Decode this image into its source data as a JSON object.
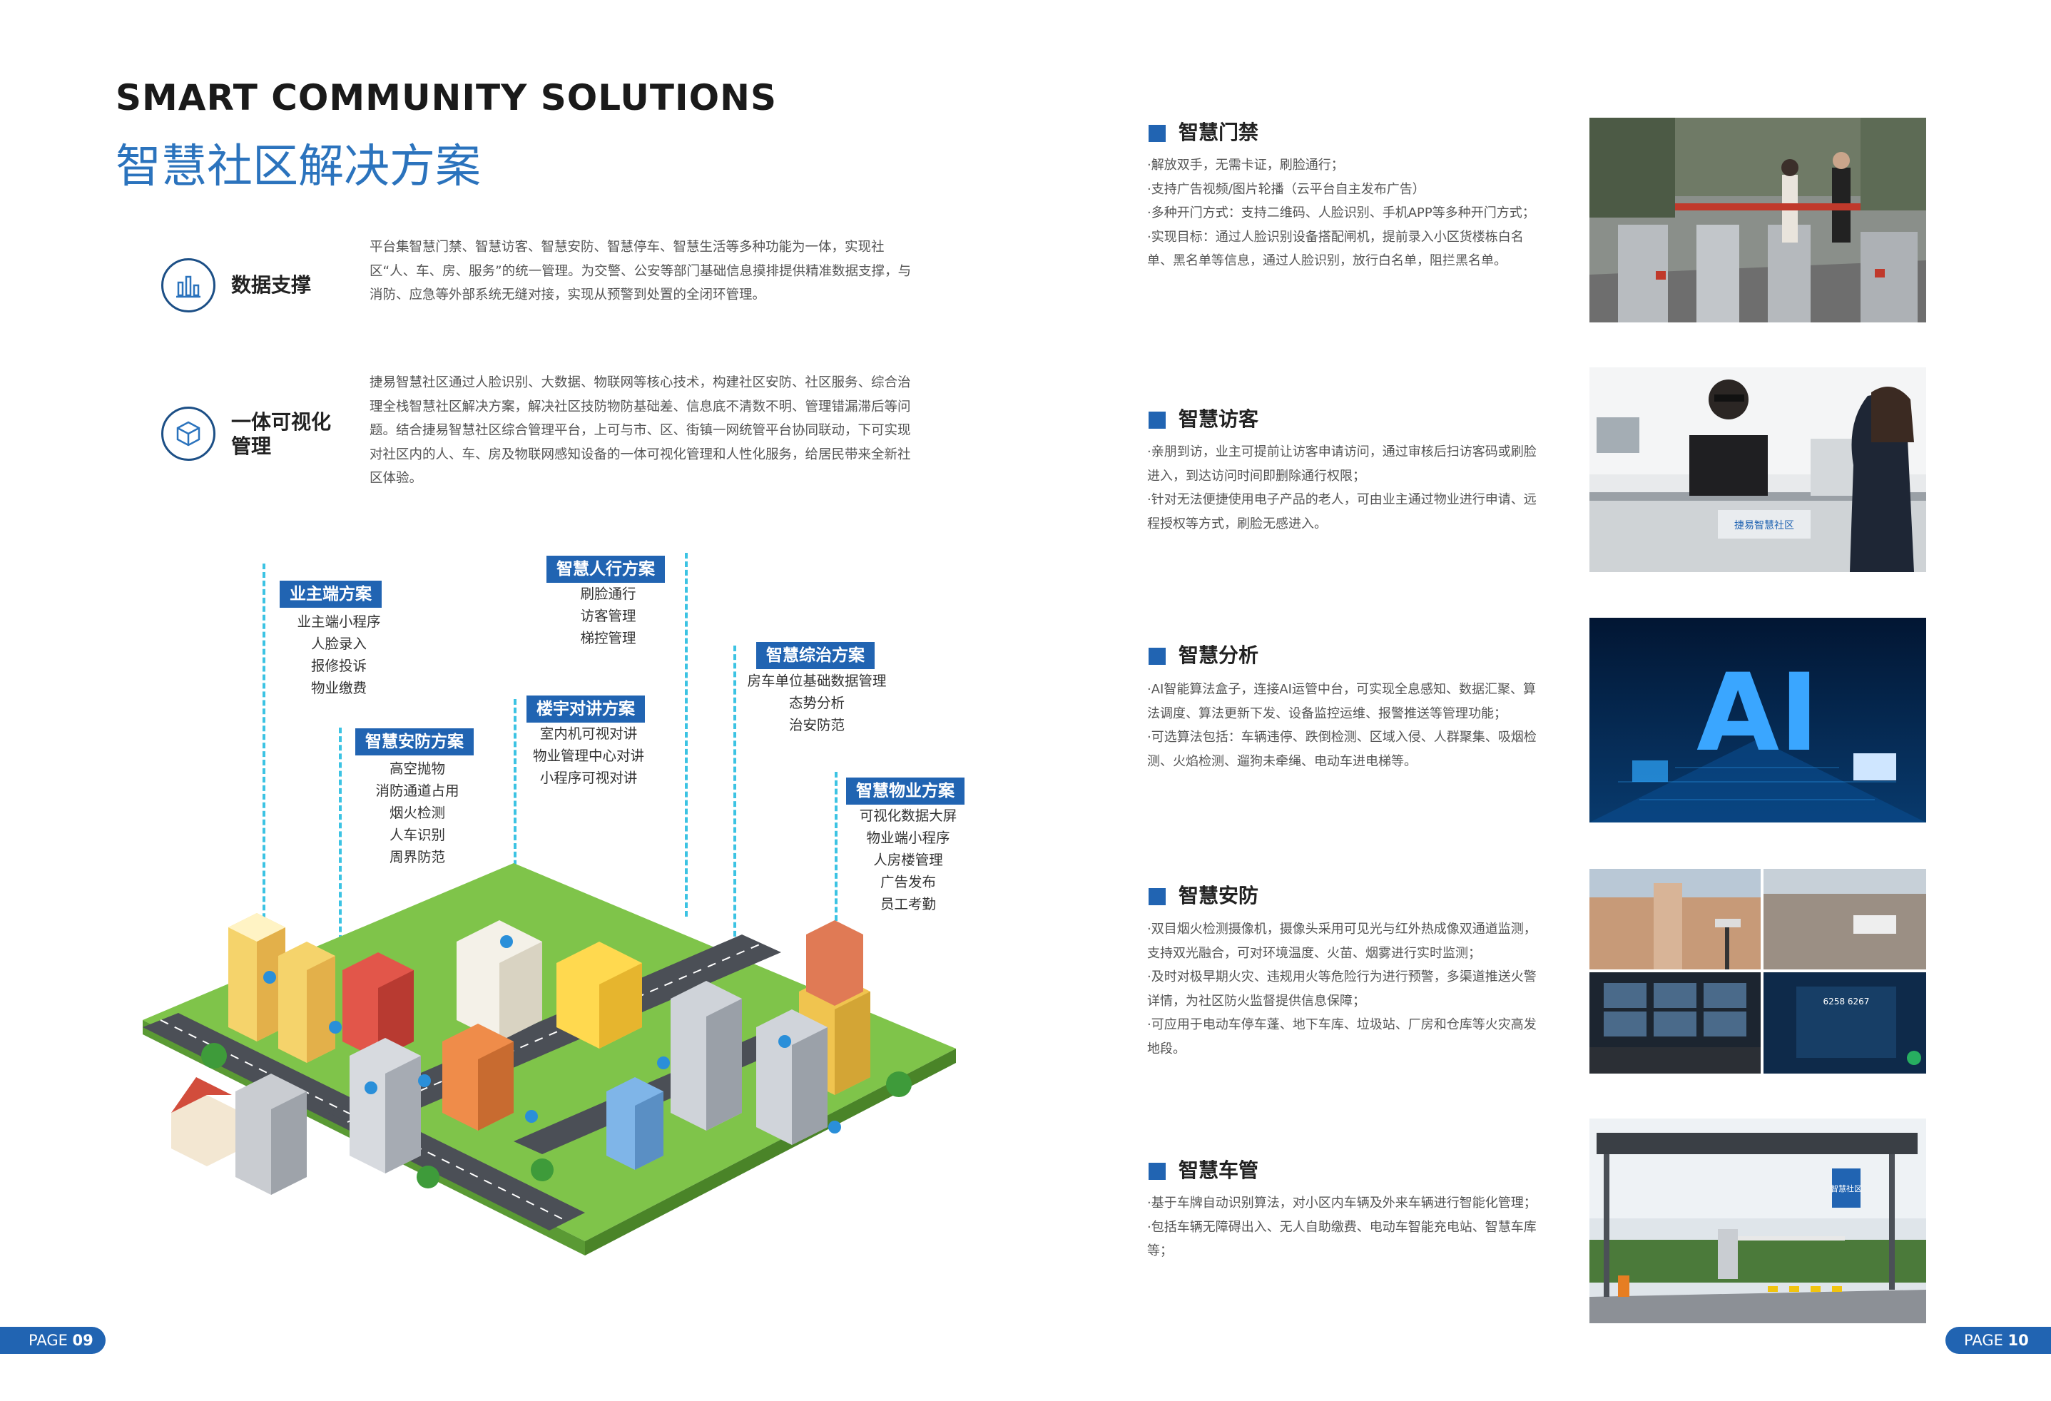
{
  "left": {
    "title_en": "SMART COMMUNITY SOLUTIONS",
    "title_cn": "智慧社区解决方案",
    "features": [
      {
        "label": "数据支撑",
        "icon": "bar-chart-icon",
        "desc": "平台集智慧门禁、智慧访客、智慧安防、智慧停车、智慧生活等多种功能为一体，实现社区“人、车、房、服务”的统一管理。为交警、公安等部门基础信息摸排提供精准数据支撑，与消防、应急等外部系统无缝对接，实现从预警到处置的全闭环管理。"
      },
      {
        "label_1": "一体可视化",
        "label_2": "管理",
        "icon": "cube-icon",
        "desc": "捷易智慧社区通过人脸识别、大数据、物联网等核心技术，构建社区安防、社区服务、综合治理全栈智慧社区解决方案，解决社区技防物防基础差、信息底不清数不明、管理错漏滞后等问题。结合捷易智慧社区综合管理平台，上可与市、区、街镇一网统管平台协同联动，下可实现对社区内的人、车、房及物联网感知设备的一体可视化管理和人性化服务，给居民带来全新社区体验。"
      }
    ],
    "solutions": [
      {
        "title": "业主端方案",
        "items": [
          "业主端小程序",
          "人脸录入",
          "报修投诉",
          "物业缴费"
        ]
      },
      {
        "title": "智慧安防方案",
        "items": [
          "高空抛物",
          "消防通道占用",
          "烟火检测",
          "人车识别",
          "周界防范"
        ]
      },
      {
        "title": "智慧人行方案",
        "items": [
          "刷脸通行",
          "访客管理",
          "梯控管理"
        ]
      },
      {
        "title": "楼宇对讲方案",
        "items": [
          "室内机可视对讲",
          "物业管理中心对讲",
          "小程序可视对讲"
        ]
      },
      {
        "title": "智慧综治方案",
        "items": [
          "房车单位基础数据管理",
          "态势分析",
          "治安防范"
        ]
      },
      {
        "title": "智慧物业方案",
        "items": [
          "可视化数据大屏",
          "物业端小程序",
          "人房楼管理",
          "广告发布",
          "员工考勤"
        ]
      }
    ],
    "page_label": "PAGE",
    "page_num": "09"
  },
  "right": {
    "sections": [
      {
        "title": "智慧门禁",
        "lines": [
          "·解放双手，无需卡证，刷脸通行；",
          "·支持广告视频/图片轮播（云平台自主发布广告）",
          "·多种开门方式：支持二维码、人脸识别、手机APP等多种开门方式；",
          "·实现目标：通过人脸识别设备搭配闸机，提前录入小区货楼栋白名单、黑名单等信息，通过人脸识别，放行白名单，阻拦黑名单。"
        ]
      },
      {
        "title": "智慧访客",
        "lines": [
          "·亲朋到访，业主可提前让访客申请访问，通过审核后扫访客码或刷脸进入，到达访问时间即删除通行权限；",
          "·针对无法便捷使用电子产品的老人，可由业主通过物业进行申请、远程授权等方式，刷脸无感进入。"
        ]
      },
      {
        "title": "智慧分析",
        "lines": [
          "·AI智能算法盒子，连接AI运管中台，可实现全息感知、数据汇聚、算法调度、算法更新下发、设备监控运维、报警推送等管理功能；",
          "·可选算法包括：车辆违停、跌倒检测、区域入侵、人群聚集、吸烟检测、火焰检测、遛狗未牵绳、电动车进电梯等。"
        ]
      },
      {
        "title": "智慧安防",
        "lines": [
          "·双目烟火检测摄像机，摄像头采用可见光与红外热成像双通道监测，支持双光融合，可对环境温度、火苗、烟雾进行实时监测；",
          "·及时对极早期火灾、违规用火等危险行为进行预警，多渠道推送火警详情，为社区防火监督提供信息保障；",
          "·可应用于电动车停车蓬、地下车库、垃圾站、厂房和仓库等火灾高发地段。"
        ]
      },
      {
        "title": "智慧车管",
        "lines": [
          "·基于车牌自动识别算法，对小区内车辆及外来车辆进行智能化管理；",
          "·包括车辆无障碍出入、无人自助缴费、电动车智能充电站、智慧车库等；"
        ]
      }
    ],
    "photo_text": {
      "ai": "AI",
      "desk_sign": "捷易智慧社区",
      "gate_sign": "智慧社区",
      "alarm_screen": "6258 6267"
    },
    "page_label": "PAGE",
    "page_num": "10"
  },
  "colors": {
    "brand_blue": "#2164b2",
    "dashed_cyan": "#3cc3e3"
  }
}
